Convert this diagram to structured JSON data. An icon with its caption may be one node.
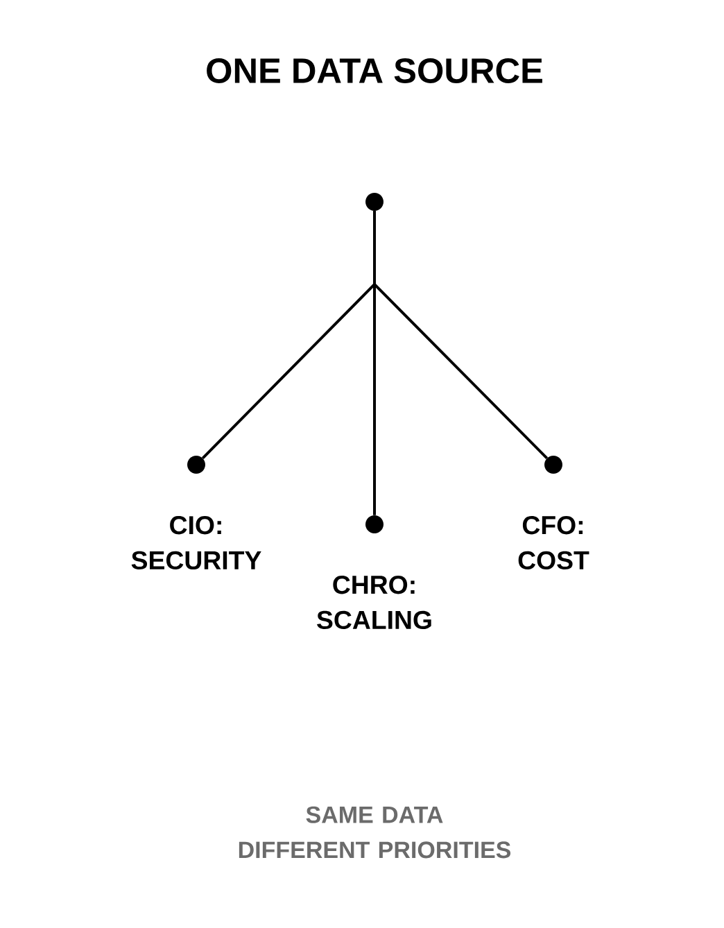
{
  "diagram": {
    "title": "ONE DATA SOURCE",
    "caption": "SAME DATA DIFFERENT PRIORITIES",
    "nodes": [
      {
        "text": [],
        "shape": "circle"
      },
      {
        "text": [
          "CIO: SECURITY"
        ]
      },
      {
        "text": [
          "CHRO: SCALING"
        ]
      },
      {
        "text": [
          "CFO: COST"
        ]
      }
    ],
    "edges": [
      {
        "from": 0,
        "to": 1,
        "arrow": "none"
      },
      {
        "from": 0,
        "to": 2,
        "arrow": "none"
      },
      {
        "from": 0,
        "to": 3,
        "arrow": "none"
      }
    ]
  }
}
